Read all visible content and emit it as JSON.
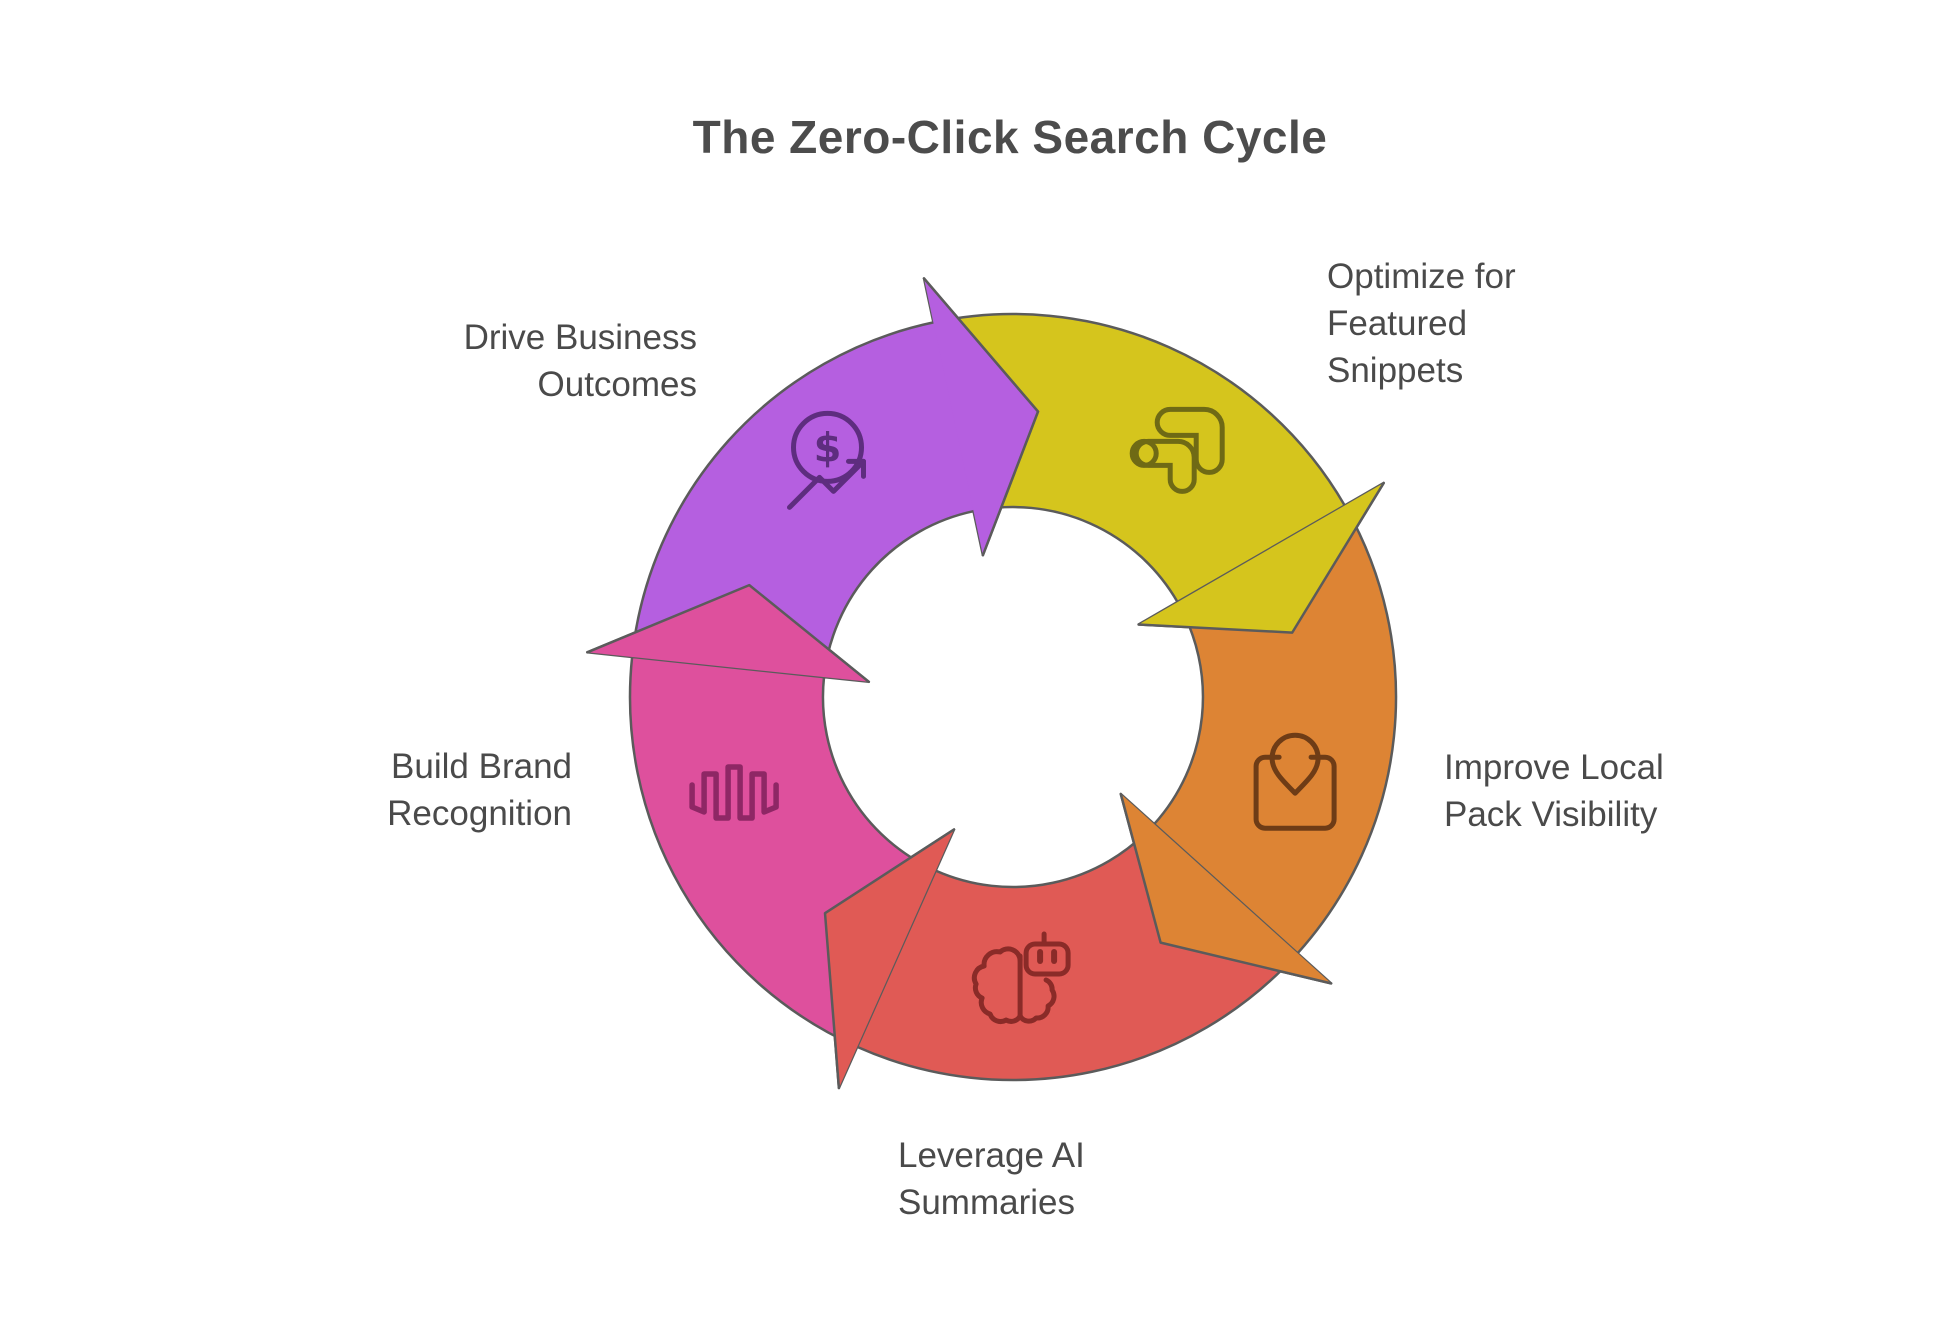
{
  "title": "The Zero-Click Search Cycle",
  "colors": {
    "background": "#ffffff",
    "title_text": "#4c4c4c",
    "label_text": "#4a4a4a",
    "segment_outline": "#5b5b5b"
  },
  "diagram": {
    "steps": [
      {
        "label": "Optimize for\nFeatured\nSnippets",
        "fill": "#d5c51d",
        "icon": "featured-snippet-icon",
        "icon_color": "#6f6a15"
      },
      {
        "label": "Improve Local\nPack Visibility",
        "fill": "#dd8434",
        "icon": "local-pack-icon",
        "icon_color": "#6e3c16"
      },
      {
        "label": "Leverage AI\nSummaries",
        "fill": "#e05a55",
        "icon": "ai-brain-icon",
        "icon_color": "#8a2b28"
      },
      {
        "label": "Build Brand\nRecognition",
        "fill": "#de509d",
        "icon": "waveform-icon",
        "icon_color": "#8e2765"
      },
      {
        "label": "Drive Business\nOutcomes",
        "fill": "#b55fe0",
        "icon": "money-growth-icon",
        "icon_color": "#5e2d7f"
      }
    ]
  }
}
